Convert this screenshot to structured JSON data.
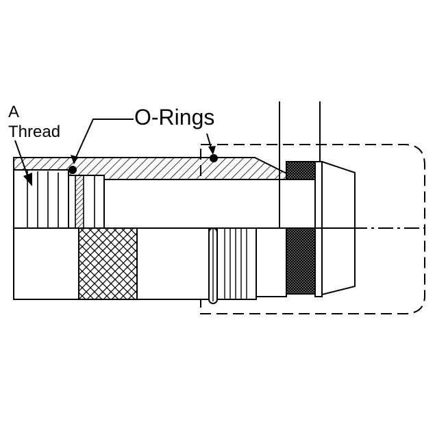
{
  "labels": {
    "thread_line1": "A",
    "thread_line2": "Thread",
    "orings": "O-Rings"
  },
  "colors": {
    "ink": "#000000",
    "paper": "#ffffff"
  }
}
